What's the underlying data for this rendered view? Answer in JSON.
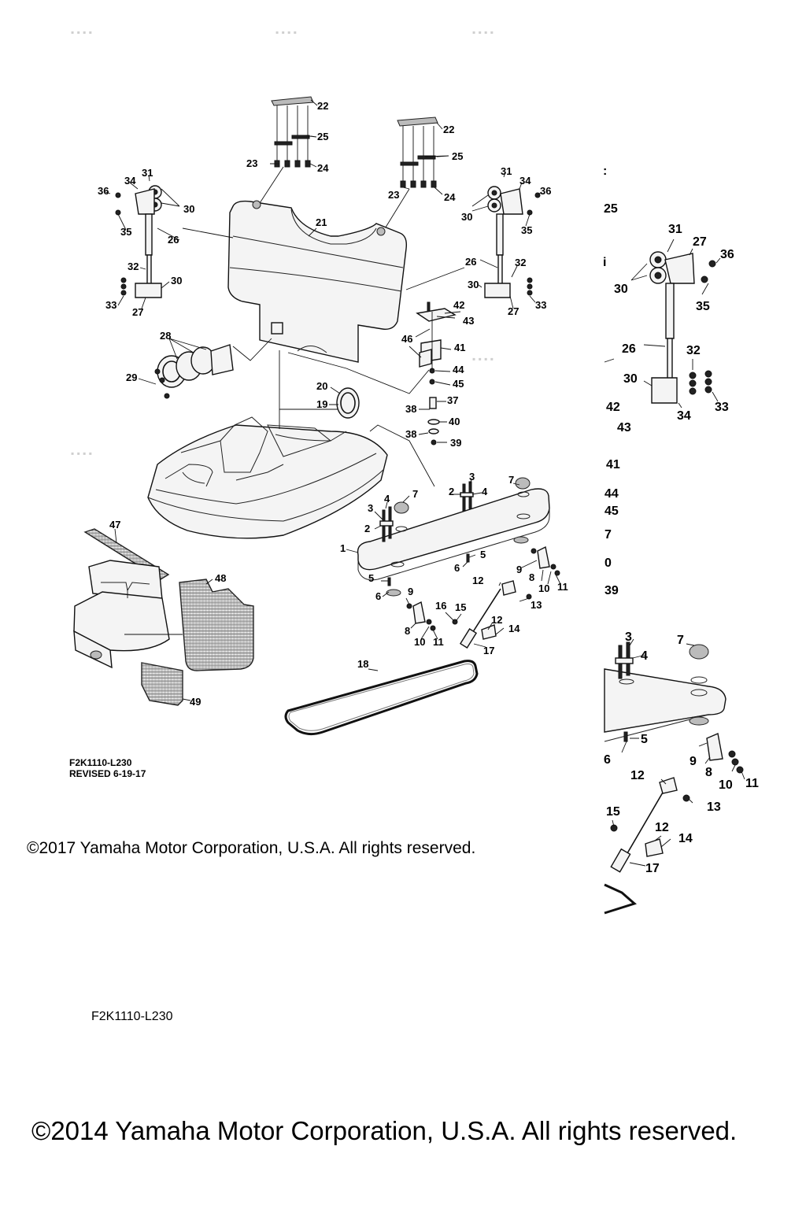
{
  "drawing_code_1": "F2K1110-L230",
  "revised": "REVISED 6-19-17",
  "copyright_2017": "©2017 Yamaha Motor Corporation, U.S.A. All rights reserved.",
  "drawing_code_2": "F2K1110-L230",
  "copyright_2014": "©2014 Yamaha Motor Corporation, U.S.A. All rights reserved.",
  "callouts_main": [
    "1",
    "2",
    "3",
    "4",
    "5",
    "6",
    "7",
    "8",
    "9",
    "10",
    "11",
    "12",
    "13",
    "14",
    "15",
    "16",
    "17",
    "18",
    "19",
    "20",
    "21",
    "22",
    "23",
    "24",
    "25",
    "26",
    "27",
    "28",
    "29",
    "30",
    "31",
    "32",
    "33",
    "34",
    "35",
    "36",
    "37",
    "38",
    "39",
    "40",
    "41",
    "42",
    "43",
    "44",
    "45",
    "46",
    "47",
    "48",
    "49"
  ],
  "callouts_inset_upper": [
    "25",
    "31",
    "27",
    "36",
    "30",
    "35",
    "26",
    "32",
    "30",
    "33",
    "34",
    "42",
    "43",
    "41",
    "44",
    "45",
    "7",
    "0",
    "39"
  ],
  "callouts_inset_lower": [
    "3",
    "4",
    "7",
    "5",
    "6",
    "9",
    "8",
    "10",
    "11",
    "12",
    "13",
    "15",
    "12",
    "14",
    "17"
  ]
}
